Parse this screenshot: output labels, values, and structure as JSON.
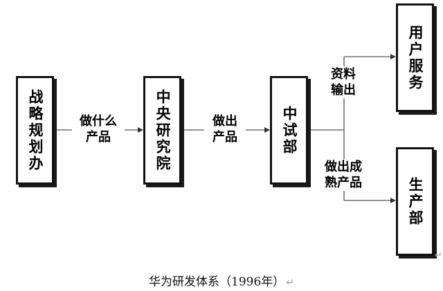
{
  "boxes": {
    "strategy": "战略规划办",
    "research": "中央研究院",
    "pilot": "中试部",
    "user_service": "用户服务",
    "production": "生产部"
  },
  "edge_labels": {
    "what_products_line1": "做什么",
    "what_products_line2": "产品",
    "make_products_line1": "做出",
    "make_products_line2": "产品",
    "output_data_line1": "资料",
    "output_data_line2": "输出",
    "mature_products_line1": "做出成",
    "mature_products_line2": "熟产品"
  },
  "caption": "华为研发体系（1996年）",
  "paragraph_mark": "↵",
  "colors": {
    "border": "#111111",
    "line": "#555555",
    "text": "#000000"
  }
}
